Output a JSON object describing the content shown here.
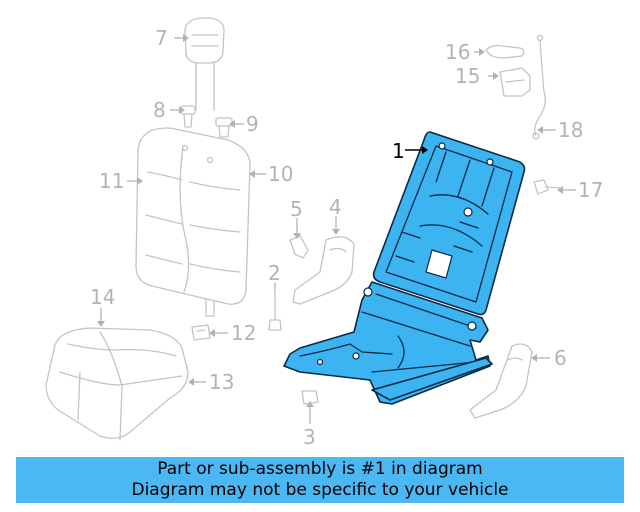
{
  "callouts": [
    {
      "id": "1",
      "label": "1"
    },
    {
      "id": "2",
      "label": "2"
    },
    {
      "id": "3",
      "label": "3"
    },
    {
      "id": "4",
      "label": "4"
    },
    {
      "id": "5",
      "label": "5"
    },
    {
      "id": "6",
      "label": "6"
    },
    {
      "id": "7",
      "label": "7"
    },
    {
      "id": "8",
      "label": "8"
    },
    {
      "id": "9",
      "label": "9"
    },
    {
      "id": "10",
      "label": "10"
    },
    {
      "id": "11",
      "label": "11"
    },
    {
      "id": "12",
      "label": "12"
    },
    {
      "id": "13",
      "label": "13"
    },
    {
      "id": "14",
      "label": "14"
    },
    {
      "id": "15",
      "label": "15"
    },
    {
      "id": "16",
      "label": "16"
    },
    {
      "id": "17",
      "label": "17"
    },
    {
      "id": "18",
      "label": "18"
    }
  ],
  "highlighted_part": "1",
  "colors": {
    "highlight_fill": "#3db4f2",
    "banner_background": "#4cb8f3",
    "ghost_parts": "#c4c4c4"
  },
  "banner": {
    "line1": "Part or sub-assembly is #1 in diagram",
    "line2": "Diagram may not be specific to your vehicle"
  }
}
